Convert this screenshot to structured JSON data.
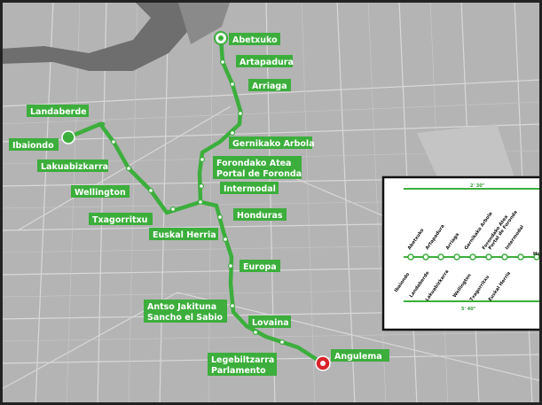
{
  "map": {
    "line_color": "#3cae3c",
    "label_fill": "#3cae3c",
    "terminus_red": "#d9242b",
    "background": "#b8b8b8"
  },
  "stations": [
    {
      "id": "abetxuko",
      "name": "Abetxuko"
    },
    {
      "id": "artapadura",
      "name": "Artapadura"
    },
    {
      "id": "arriaga",
      "name": "Arriaga"
    },
    {
      "id": "gernikako-arbola",
      "name": "Gernikako Arbola"
    },
    {
      "id": "forondako-ataea",
      "name": "Forondako Atea"
    },
    {
      "id": "portal-de-foronda",
      "name": "Portal de Foronda"
    },
    {
      "id": "intermodal",
      "name": "Intermodal"
    },
    {
      "id": "honduras",
      "name": "Honduras"
    },
    {
      "id": "euskal-herria",
      "name": "Euskal Herria"
    },
    {
      "id": "europa",
      "name": "Europa"
    },
    {
      "id": "antso-jakituna",
      "name": "Antso Jakituna"
    },
    {
      "id": "sancho-el-sabio",
      "name": "Sancho el Sabio"
    },
    {
      "id": "lovaina",
      "name": "Lovaina"
    },
    {
      "id": "legebiltzarra",
      "name": "Legebiltzarra"
    },
    {
      "id": "parlamento",
      "name": "Parlamento"
    },
    {
      "id": "angulema",
      "name": "Angulema"
    },
    {
      "id": "landaberde",
      "name": "Landaberde"
    },
    {
      "id": "ibaiondo",
      "name": "Ibaiondo"
    },
    {
      "id": "lakuabizkarra",
      "name": "Lakuabizkarra"
    },
    {
      "id": "wellington",
      "name": "Wellington"
    },
    {
      "id": "txagorritxu",
      "name": "Txagorritxu"
    }
  ],
  "inset": {
    "top_dim": "2' 30\"",
    "bottom_dim": "5' 40\"",
    "top_labels": [
      "Abetxuko",
      "Artapadura",
      "Arriaga",
      "Gernikako Arbola",
      "Forondako Atea",
      "Portal de Foronda",
      "Intermodal"
    ],
    "bottom_labels": [
      "Ibaiondo",
      "Landaberde",
      "Lakuabizkarra",
      "Wellington",
      "Txagorritxu",
      "Euskal Herria"
    ],
    "right_label": "Ho"
  }
}
